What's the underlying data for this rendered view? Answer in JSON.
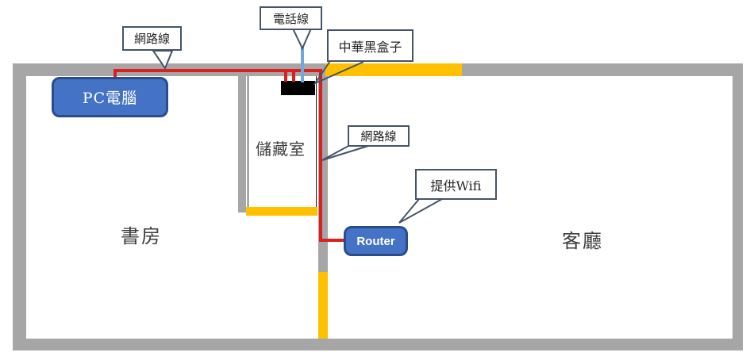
{
  "callouts": {
    "network_cable_top": "網路線",
    "phone_line": "電話線",
    "chunghwa_black_box": "中華黑盒子",
    "network_cable_mid": "網路線",
    "provides_wifi": "提供Wifi"
  },
  "nodes": {
    "pc": "PC電腦",
    "router": "Router"
  },
  "rooms": {
    "study": "書房",
    "storage": "儲藏室",
    "living": "客廳"
  },
  "colors": {
    "wall": "#A6A6A6",
    "door": "#FFC000",
    "network_cable": "#DC1E1E",
    "phone_cable": "#6FA8DC",
    "node_fill": "#4472C4",
    "node_border": "#2B4B8F",
    "callout_border": "#44546A",
    "black_box": "#000000"
  }
}
